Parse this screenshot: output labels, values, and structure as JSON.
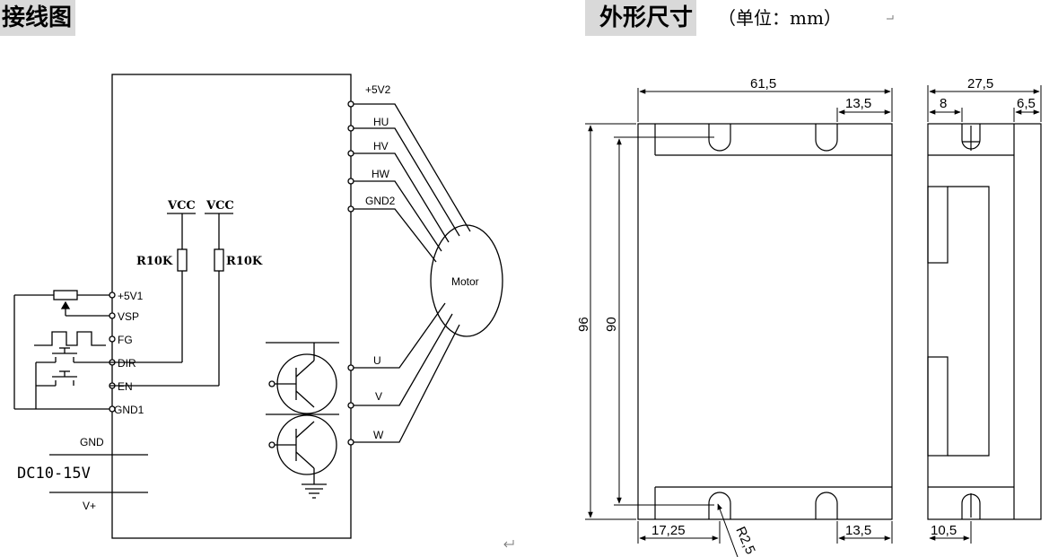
{
  "titles": {
    "wiring": "接线图",
    "dimensions": "外形尺寸",
    "unit_note": "（单位：mm）"
  },
  "wiring": {
    "right_pins": [
      "+5V2",
      "HU",
      "HV",
      "HW",
      "GND2"
    ],
    "phase_pins": [
      "U",
      "V",
      "W"
    ],
    "left_pins": [
      "+5V1",
      "VSP",
      "FG",
      "DIR",
      "EN",
      "GND1"
    ],
    "vcc": [
      "VCC",
      "VCC"
    ],
    "resistors": [
      "R10K",
      "R10K"
    ],
    "motor": "Motor",
    "supply": {
      "gnd": "GND",
      "voltage": "DC10-15V",
      "vplus": "V+"
    }
  },
  "dimensions": {
    "front": {
      "width": "61,5",
      "top_right": "13,5",
      "height_outer": "96",
      "height_inner": "90",
      "bottom_left": "17,25",
      "radius": "R2,5",
      "bottom_right": "13,5"
    },
    "side": {
      "width": "27,5",
      "left": "8",
      "right": "6,5",
      "bottom": "10,5"
    }
  }
}
